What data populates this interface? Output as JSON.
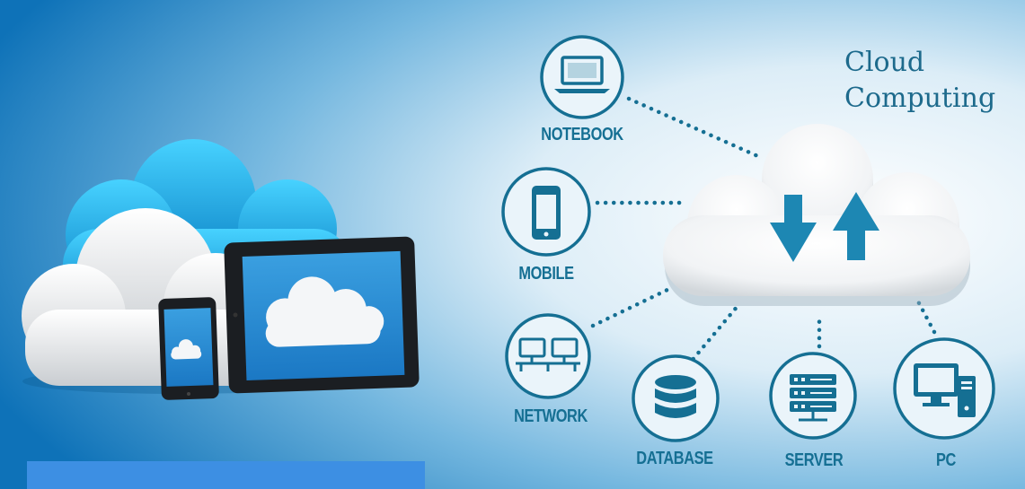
{
  "title": {
    "line1": "Cloud",
    "line2": "Computing"
  },
  "nodes": [
    {
      "label": "NOTEBOOK",
      "icon": "laptop-icon"
    },
    {
      "label": "MOBILE",
      "icon": "smartphone-icon"
    },
    {
      "label": "NETWORK",
      "icon": "network-icon"
    },
    {
      "label": "DATABASE",
      "icon": "database-icon"
    },
    {
      "label": "SERVER",
      "icon": "server-icon"
    },
    {
      "label": "PC",
      "icon": "desktop-pc-icon"
    }
  ],
  "colors": {
    "accent": "#156f93",
    "arrow": "#1d87b3",
    "bar": "#3d8fe3"
  }
}
